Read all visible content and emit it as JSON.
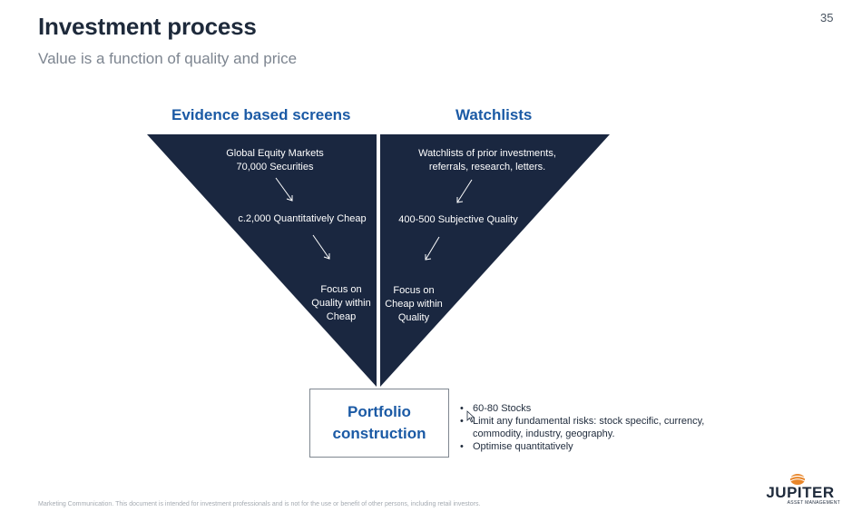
{
  "slide": {
    "title": "Investment process",
    "subtitle": "Value is a function of quality and price",
    "page_number": "35"
  },
  "left_funnel": {
    "heading": "Evidence based screens",
    "step1_line1": "Global Equity Markets",
    "step1_line2": "70,000 Securities",
    "step2": "c.2,000 Quantitatively Cheap",
    "step3_line1": "Focus on",
    "step3_line2": "Quality within",
    "step3_line3": "Cheap"
  },
  "right_funnel": {
    "heading": "Watchlists",
    "step1_line1": "Watchlists of prior investments,",
    "step1_line2": "referrals, research, letters.",
    "step2": "400-500 Subjective Quality",
    "step3_line1": "Focus on",
    "step3_line2": "Cheap within",
    "step3_line3": "Quality"
  },
  "portfolio": {
    "line1": "Portfolio",
    "line2": "construction",
    "bullets": [
      {
        "line1": "60-80 Stocks"
      },
      {
        "line1": "Limit any fundamental risks: stock specific, currency,",
        "line2": "commodity, industry, geography."
      },
      {
        "line1": "Optimise quantitatively"
      }
    ],
    "bullet_marker": "•"
  },
  "footer": {
    "note": "Marketing Communication. This document is intended for investment professionals and is not for the use or benefit of other persons, including retail investors."
  },
  "logo": {
    "name": "JUPITER",
    "tagline": "ASSET MANAGEMENT"
  },
  "colors": {
    "funnel_fill": "#1a2740",
    "heading_blue": "#1b5aa5",
    "title_dark": "#1e2a3b",
    "logo_orange": "#e8862a"
  },
  "icons": [
    "arrow-down-right-icon",
    "arrow-down-left-icon",
    "mouse-pointer-icon",
    "jupiter-logo-mark-icon"
  ]
}
